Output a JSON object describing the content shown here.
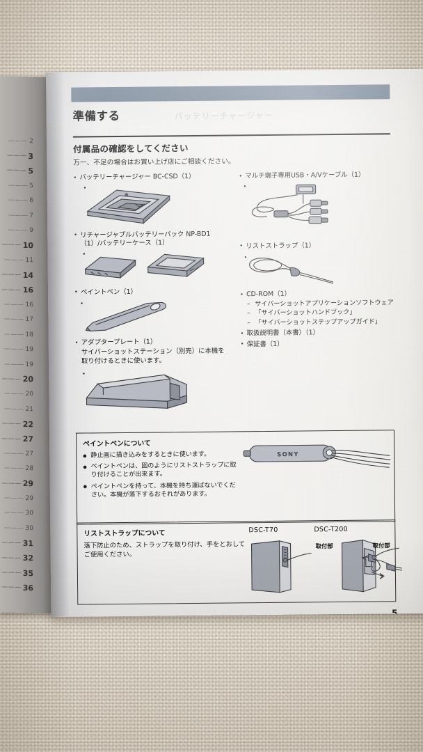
{
  "photo": {
    "subject": "printed Japanese camera manual page lying on textured carpet",
    "background_color": "#e6dccb"
  },
  "left_page_index": {
    "entries": [
      {
        "num": "2",
        "bold": false
      },
      {
        "num": "3",
        "bold": true
      },
      {
        "num": "5",
        "bold": true
      },
      {
        "num": "5",
        "bold": false
      },
      {
        "num": "6",
        "bold": false
      },
      {
        "num": "7",
        "bold": false
      },
      {
        "num": "9",
        "bold": false
      },
      {
        "num": "10",
        "bold": true
      },
      {
        "num": "11",
        "bold": false
      },
      {
        "num": "14",
        "bold": true
      },
      {
        "num": "16",
        "bold": true
      },
      {
        "num": "16",
        "bold": false
      },
      {
        "num": "17",
        "bold": false
      },
      {
        "num": "18",
        "bold": false
      },
      {
        "num": "19",
        "bold": false
      },
      {
        "num": "19",
        "bold": false
      },
      {
        "num": "20",
        "bold": true
      },
      {
        "num": "20",
        "bold": false
      },
      {
        "num": "21",
        "bold": false
      },
      {
        "num": "22",
        "bold": true
      },
      {
        "num": "27",
        "bold": true
      },
      {
        "num": "27",
        "bold": false
      },
      {
        "num": "28",
        "bold": false
      },
      {
        "num": "29",
        "bold": true
      },
      {
        "num": "29",
        "bold": false
      },
      {
        "num": "30",
        "bold": false
      },
      {
        "num": "30",
        "bold": false
      },
      {
        "num": "31",
        "bold": true
      },
      {
        "num": "32",
        "bold": true
      },
      {
        "num": "35",
        "bold": true
      },
      {
        "num": "36",
        "bold": true
      }
    ],
    "leader_dots": "———"
  },
  "page": {
    "chapter_title": "準備する",
    "header_band_color": "#6f7f92",
    "header_ghost_text": "バッテリーチャージャー",
    "section_heading": "付属品の確認をしてください",
    "lead_text": "万一、不足の場合はお買い上げ店にご相談ください。",
    "page_number": "5"
  },
  "left_column": {
    "items": [
      {
        "label": "バッテリーチャージャー BC-CSD（1）",
        "figure": "battery-charger"
      },
      {
        "label": "リチャージャブルバッテリーパック NP-BD1（1）/バッテリーケース（1）",
        "figure": "battery-and-case"
      },
      {
        "label": "ペイントペン（1）",
        "figure": "paint-pen"
      },
      {
        "label": "アダプタープレート（1）",
        "sub_text": "サイバーショットステーション（別売）に本機を取り付けるときに使います。",
        "figure": "adapter-plate"
      }
    ]
  },
  "right_column": {
    "items": [
      {
        "label": "マルチ端子専用USB・A/Vケーブル（1）",
        "figure": "av-cable"
      },
      {
        "label": "リストストラップ（1）",
        "figure": "wrist-strap"
      },
      {
        "label": "CD-ROM（1）",
        "sub_items": [
          "サイバーショットアプリケーションソフトウェア",
          "「サイバーショットハンドブック」",
          "「サイバーショットステップアップガイド」"
        ]
      },
      {
        "label": "取扱説明書（本書）（1）"
      },
      {
        "label": "保証書（1）"
      }
    ]
  },
  "note_paint_pen": {
    "heading": "ペイントペンについて",
    "bullets": [
      "静止画に描き込みをするときに使います。",
      "ペイントペンは、図のようにリストストラップに取り付けることが出来ます。",
      "ペイントペンを持って、本機を持ち運ばないでください。本機が落下するおそれがあります。"
    ],
    "figure_brand": "SONY"
  },
  "note_wrist_strap": {
    "heading": "リストストラップについて",
    "paragraph": "落下防止のため、ストラップを取り付け、手をとおしてご使用ください。",
    "figures": [
      {
        "model": "DSC-T70",
        "callout": "取付部"
      },
      {
        "model": "DSC-T200",
        "callout": "取付部"
      }
    ]
  }
}
